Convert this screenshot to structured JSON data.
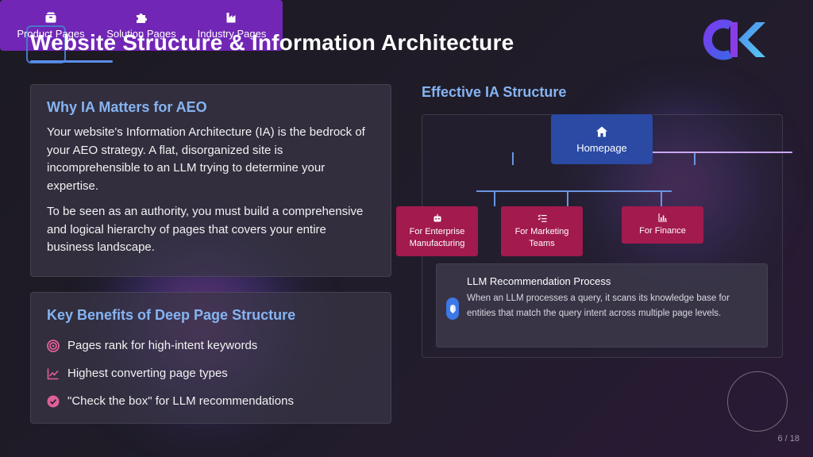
{
  "slide": {
    "title": "Website Structure & Information Architecture",
    "page_number": "6 / 18"
  },
  "why_card": {
    "heading": "Why IA Matters for AEO",
    "paragraph1": "Your website's Information Architecture (IA) is the bedrock of your AEO strategy. A flat, disorganized site is incomprehensible to an LLM trying to determine your expertise.",
    "paragraph2": "To be seen as an authority, you must build a comprehensive and logical hierarchy of pages that covers your entire business landscape."
  },
  "benefits_card": {
    "heading": "Key Benefits of Deep Page Structure",
    "items": [
      {
        "label": "Pages rank for high-intent keywords",
        "icon": "target-icon"
      },
      {
        "label": "Highest converting page types",
        "icon": "line-chart-icon"
      },
      {
        "label": "\"Check the box\" for LLM recommendations",
        "icon": "check-circle-icon"
      }
    ]
  },
  "ia_structure": {
    "heading": "Effective IA Structure",
    "homepage": {
      "label": "Homepage",
      "icon": "home-icon"
    },
    "level2": [
      {
        "label": "Product Pages",
        "icon": "box-icon"
      },
      {
        "label": "Solution Pages",
        "icon": "puzzle-icon"
      },
      {
        "label": "Industry Pages",
        "icon": "factory-icon"
      }
    ],
    "level3": [
      {
        "label_line1": "For Enterprise",
        "label_line2": "Manufacturing",
        "icon": "robot-icon"
      },
      {
        "label_line1": "For Marketing",
        "label_line2": "Teams",
        "icon": "list-check-icon"
      },
      {
        "label_line1": "For Finance",
        "label_line2": "",
        "icon": "bar-chart-icon"
      }
    ]
  },
  "llm_process": {
    "title": "LLM Recommendation Process",
    "body": "When an LLM processes a query, it scans its knowledge base for entities that match the query intent across multiple page levels.",
    "icon": "brain-icon"
  },
  "colors": {
    "accent_blue": "#86b4f2",
    "homepage_node": "#2a4aa4",
    "level2_node": "#7126b6",
    "level3_node": "#a21a4e",
    "benefit_icon": "#e0609a"
  }
}
